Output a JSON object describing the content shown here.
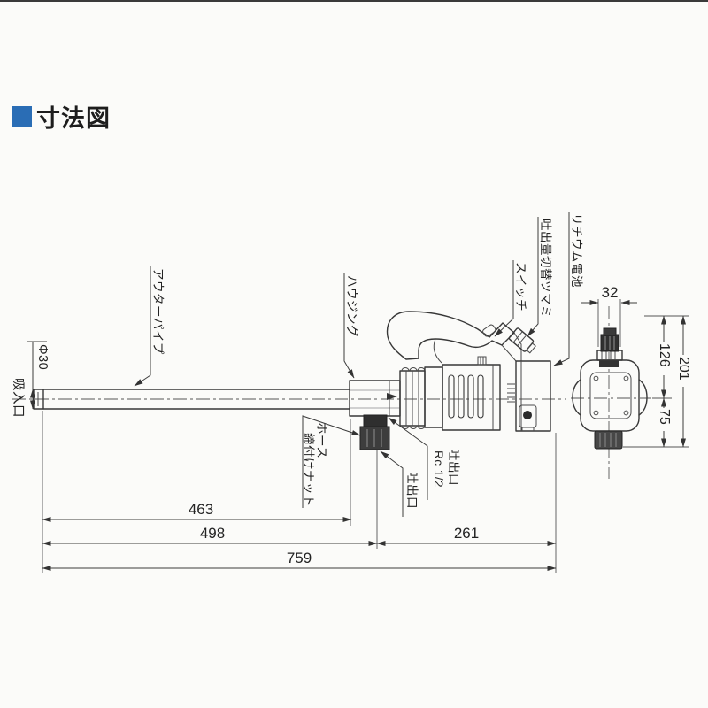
{
  "header": {
    "title": "寸法図",
    "marker_color": "#2a6db5"
  },
  "callouts": {
    "outer_pipe": "アウターパイプ",
    "housing": "ハウジング",
    "switch": "スイッチ",
    "flow_knob": "吐出量切替ツマミ",
    "battery": "リチウム電池",
    "suction_port": "吸入口",
    "pipe_dia": "Φ30",
    "hose_nut": [
      "ホース",
      "締付けナット"
    ],
    "outlet_rc": [
      "吐出口",
      "Rc 1/2"
    ],
    "outlet": "吐出口"
  },
  "dims": {
    "knob_w": "32",
    "h_upper": "126",
    "h_total": "201",
    "h_lower": "75",
    "pipe_len": "463",
    "left_len": "498",
    "right_len": "261",
    "total_len": "759"
  }
}
